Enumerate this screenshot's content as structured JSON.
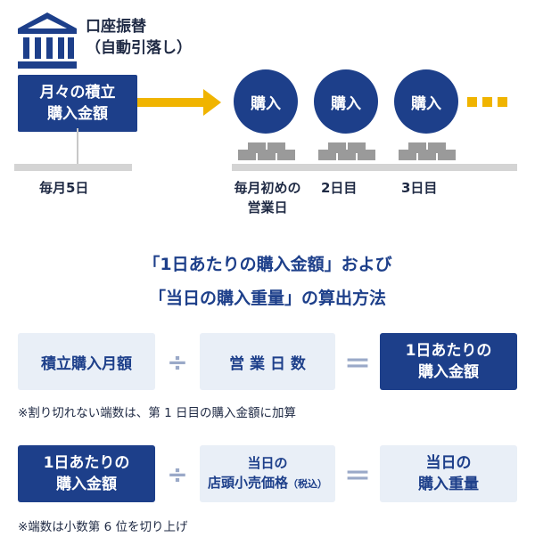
{
  "header": {
    "payment_method": "口座振替",
    "payment_sub": "（自動引落し）"
  },
  "flow": {
    "start_box": {
      "line1": "月々の積立",
      "line2": "購入金額"
    },
    "purchase_circles": [
      "購入",
      "購入",
      "購入"
    ],
    "date_start": "毎月5日",
    "date_first_line1": "毎月初めの",
    "date_first_line2": "営業日",
    "date_second": "2日目",
    "date_third": "3日目"
  },
  "formula_title": {
    "line1": "「1日あたりの購入金額」および",
    "line2": "「当日の購入重量」の算出方法"
  },
  "formula1": {
    "operand1": "積立購入月額",
    "operator": "÷",
    "operand2": "営 業 日 数",
    "equals": "＝",
    "result_line1": "1日あたりの",
    "result_line2": "購入金額",
    "note": "※割り切れない端数は、第 1 日目の購入金額に加算"
  },
  "formula2": {
    "operand1_line1": "1日あたりの",
    "operand1_line2": "購入金額",
    "operator": "÷",
    "operand2_line1": "当日の",
    "operand2_line2": "店頭小売価格",
    "operand2_suffix": "（税込）",
    "equals": "＝",
    "result_line1": "当日の",
    "result_line2": "購入重量",
    "note": "※端数は小数第 6 位を切り上げ"
  },
  "colors": {
    "navy": "#1d3f8a",
    "accent": "#f0b400",
    "light": "#e9eff7",
    "gray": "#9a9a9a"
  },
  "icons": {
    "bank": "bank-icon"
  }
}
